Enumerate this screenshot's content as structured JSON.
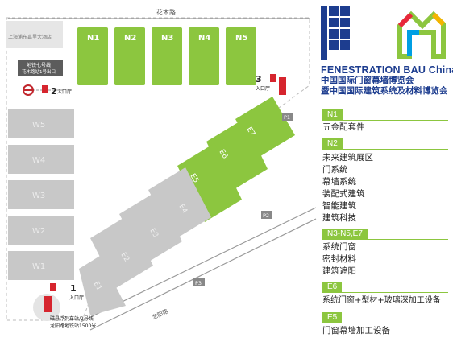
{
  "map": {
    "street_top": "花木路",
    "street_bottom": "龙阳路",
    "hotel": "上海浦东嘉里大酒店",
    "metro_label_1": "地铁七号线",
    "metro_label_2": "花木路站1号出口",
    "maglev_label_1": "磁悬浮列车站/2号线",
    "maglev_label_2": "龙阳路地铁站1500米",
    "entrances": [
      {
        "number": "1",
        "label": "入口厅"
      },
      {
        "number": "2",
        "label": "入口厅"
      },
      {
        "number": "3",
        "label": "入口厅"
      }
    ],
    "parking": [
      "P1",
      "P2",
      "P3"
    ],
    "halls_north": [
      "N1",
      "N2",
      "N3",
      "N4",
      "N5"
    ],
    "halls_west": [
      "W5",
      "W4",
      "W3",
      "W2",
      "W1"
    ],
    "halls_east": [
      "E7",
      "E6",
      "E5",
      "E4",
      "E3",
      "E2",
      "E1"
    ],
    "highlight_color": "#8cc63f",
    "hall_color": "#c8c8c8"
  },
  "legend": {
    "brand_en": "FENESTRATION BAU China",
    "brand_cn_1": "中国国际门窗幕墙博览会",
    "brand_cn_2": "暨中国国际建筑系统及材料博览会",
    "zones": [
      {
        "tag": "N1",
        "items": [
          "五金配套件"
        ]
      },
      {
        "tag": "N2",
        "items": [
          "未来建筑展区",
          "门系统",
          "幕墙系统",
          "装配式建筑",
          "智能建筑",
          "建筑科技"
        ]
      },
      {
        "tag": "N3-N5,E7",
        "items": [
          "系统门窗",
          "密封材料",
          "建筑遮阳"
        ]
      },
      {
        "tag": "E6",
        "items": [
          "系统门窗+型材+玻璃深加工设备"
        ]
      },
      {
        "tag": "E5",
        "items": [
          "门窗幕墙加工设备"
        ]
      }
    ]
  }
}
